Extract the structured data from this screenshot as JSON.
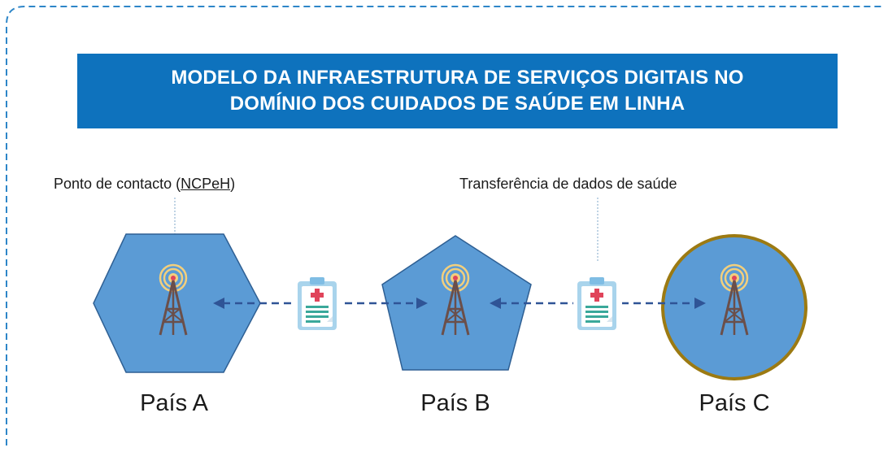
{
  "title": {
    "line1": "MODELO DA INFRAESTRUTURA DE SERVIÇOS DIGITAIS NO",
    "line2": "DOMÍNIO DOS CUIDADOS DE SAÚDE EM LINHA"
  },
  "labels": {
    "contact_point_prefix": "Ponto de contacto (",
    "contact_point_abbr": "NCPeH",
    "contact_point_suffix": ")",
    "transfer": "Transferência de dados de saúde"
  },
  "countries": [
    "País A",
    "País B",
    "País C"
  ],
  "colors": {
    "title_bg": "#0e72bd",
    "shape_fill": "#5b9bd5",
    "shape_stroke": "#2e5f93",
    "circle_stroke": "#9c7a12",
    "arrow": "#2f5496",
    "frame_dash": "#2e86c8"
  },
  "icons": {
    "node": "antenna-tower-icon",
    "document": "medical-record-icon"
  }
}
